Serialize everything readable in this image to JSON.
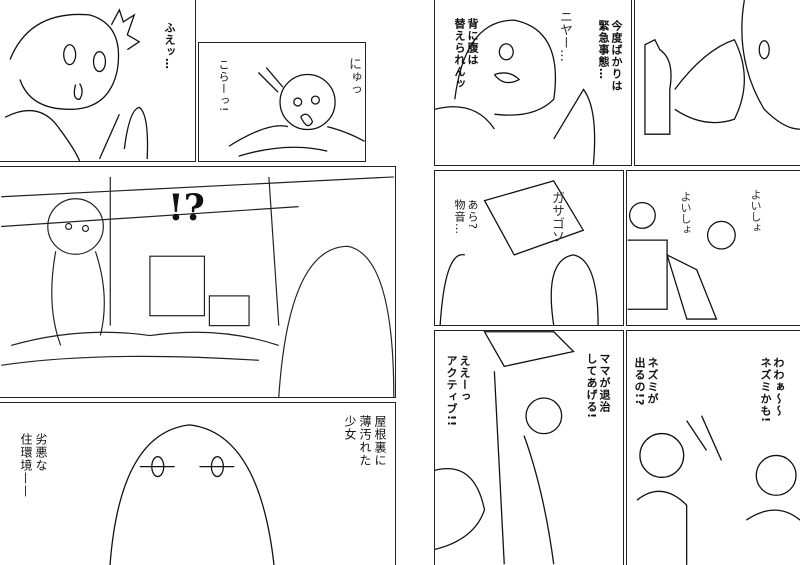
{
  "left_page": {
    "panel1": {
      "speech": "ふえッ…"
    },
    "panel2": {
      "speech": "こらーっ!",
      "sfx": "にゅっ"
    },
    "panel3": {
      "sfx": "!?"
    },
    "panel4": {
      "narration": [
        "屋根裏に\n薄汚れた\n少女",
        "劣悪な\n住環境——"
      ]
    }
  },
  "right_page": {
    "panel1": {
      "speech": "背に腹は\n替えられんッ",
      "sfx": "ニヤー…"
    },
    "panel2": {
      "speech": "今度ばかりは\n緊急事態…"
    },
    "panel4": {
      "speech": "あら?\n物音…",
      "sfx": "ガサゴソ"
    },
    "panel5": {
      "sfx": [
        "よいしょ",
        "よいしょ"
      ]
    },
    "panel6": {
      "speech": "ええーっ\nアクティブ!!"
    },
    "panel7": {
      "speech": "ママが退治\nしてあげる!"
    },
    "panel8": {
      "speech": "ネズミが\n出るの!?"
    },
    "panel9": {
      "speech": "わわぁ〜〜\nネズミかも!"
    }
  }
}
